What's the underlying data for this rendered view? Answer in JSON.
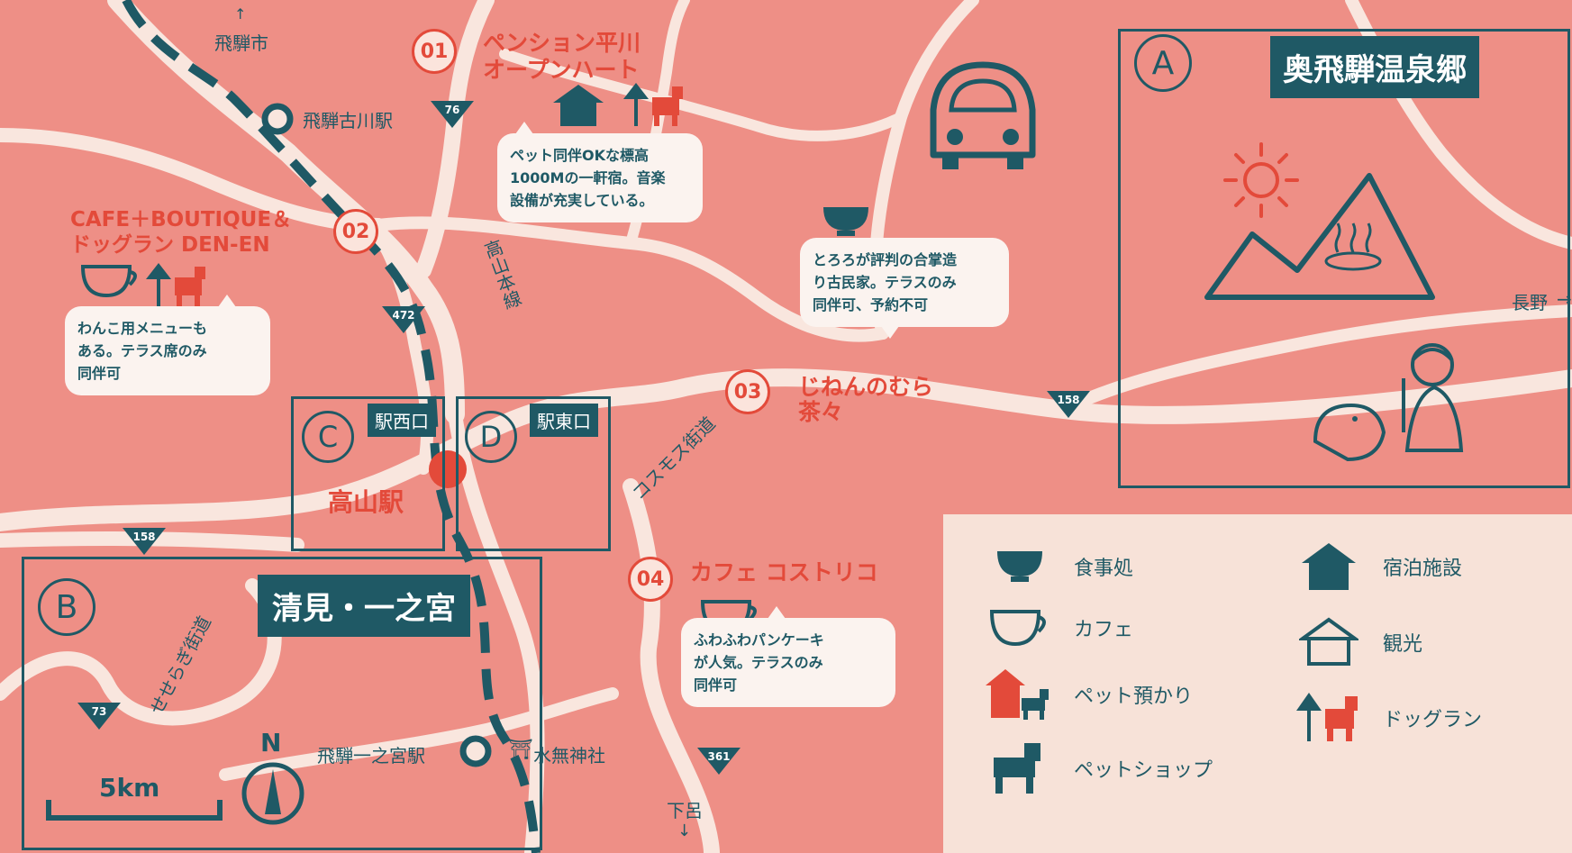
{
  "areas": {
    "a": {
      "letter": "A",
      "name": "奥飛騨温泉郷"
    },
    "b": {
      "letter": "B",
      "name": "清見・一之宮"
    },
    "c": {
      "letter": "C",
      "name": "駅西口"
    },
    "d": {
      "letter": "D",
      "name": "駅東口"
    }
  },
  "places": {
    "hida_city": "飛騨市",
    "hida_furukawa_station": "飛騨古川駅",
    "takayama_station": "高山駅",
    "takayama_line": "高山本線",
    "cosmos_road": "コスモス街道",
    "seseragi_road": "せせらぎ街道",
    "hida_ichinomiya_station": "飛騨一之宮駅",
    "minashi_shrine": "水無神社",
    "gero": "下呂",
    "nagano": "長野"
  },
  "arrows": {
    "up": "↑",
    "down": "↓",
    "right": "→"
  },
  "routes": [
    "76",
    "472",
    "158",
    "158",
    "73",
    "361"
  ],
  "spots": [
    {
      "num": "01",
      "name_line1": "ペンション平川",
      "name_line2": "オープンハート",
      "note": [
        "ペット同伴OKな標高",
        "1000Mの一軒宿。音楽",
        "設備が充実している。"
      ]
    },
    {
      "num": "02",
      "name_line1": "CAFE＋BOUTIQUE＆",
      "name_line2": "ドッグラン DEN-EN",
      "note": [
        "わんこ用メニューも",
        "ある。テラス席のみ",
        "同伴可"
      ]
    },
    {
      "num": "03",
      "name_line1": "じねんのむら",
      "name_line2": "茶々",
      "note": [
        "とろろが評判の合掌造",
        "り古民家。テラスのみ",
        "同伴可、予約不可"
      ]
    },
    {
      "num": "04",
      "name_line1": "カフェ コストリコ",
      "name_line2": "",
      "note": [
        "ふわふわパンケーキ",
        "が人気。テラスのみ",
        "同伴可"
      ]
    }
  ],
  "compass": {
    "north": "N"
  },
  "scale": {
    "label": "5km"
  },
  "legend": {
    "restaurant": "食事処",
    "cafe": "カフェ",
    "pet_boarding": "ペット預かり",
    "pet_shop": "ペットショップ",
    "lodging": "宿泊施設",
    "sightseeing": "観光",
    "dog_run": "ドッグラン"
  },
  "colors": {
    "teal": "#1f5965",
    "red": "#e34a3a",
    "pink": "#ee8f86",
    "road": "#f9e6de",
    "cream": "#fbf3ef"
  }
}
